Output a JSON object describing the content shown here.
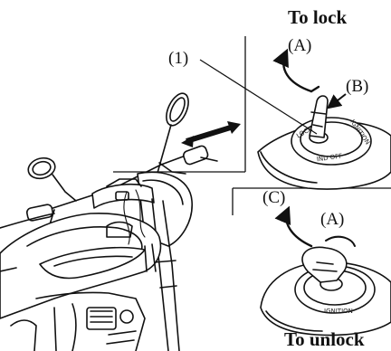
{
  "labels": {
    "to_lock": "To lock",
    "to_unlock": "To unlock",
    "callout_1": "(1)",
    "callout_a_top": "(A)",
    "callout_b": "(B)",
    "callout_c": "(C)",
    "callout_a_bottom": "(A)"
  },
  "switch_markings": {
    "top_ring_left": "LOCK",
    "top_ring_right": "IGNITION",
    "top_ring_bottom": "IND OFF",
    "bottom_ring": "IGNITION"
  }
}
